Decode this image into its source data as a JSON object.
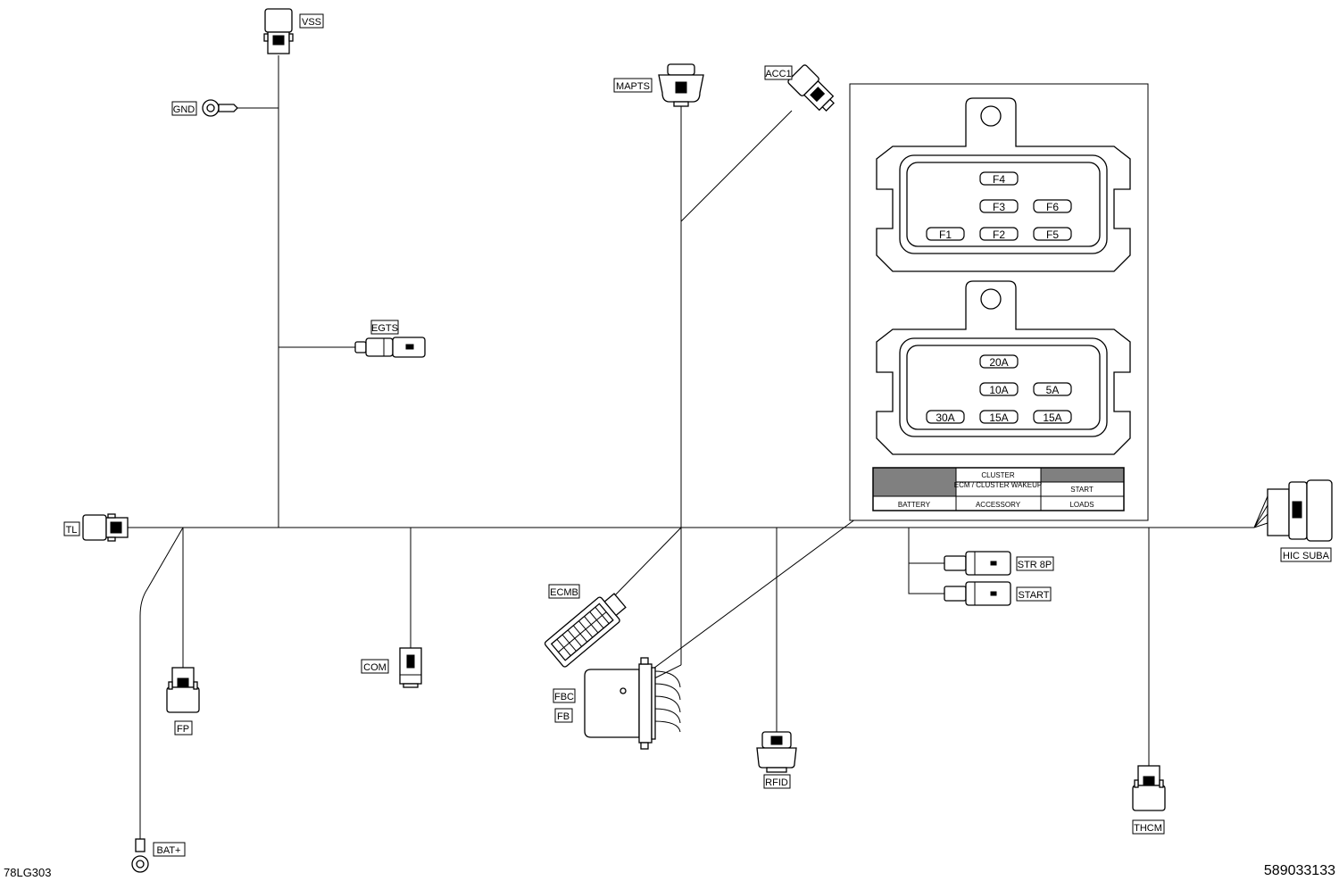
{
  "connectors": {
    "vss": "VSS",
    "gnd": "GND",
    "egts": "EGTS",
    "mapts": "MAPTS",
    "acc1": "ACC1",
    "tl": "TL",
    "fp": "FP",
    "bat": "BAT+",
    "com": "COM",
    "ecmb": "ECMB",
    "fbc": "FBC",
    "fb": "FB",
    "rfid": "RFID",
    "str8p": "STR 8P",
    "start": "START",
    "hic_suba": "HIC SUBA",
    "thcm": "THCM"
  },
  "fuse_box": {
    "fuses": [
      "F1",
      "F2",
      "F3",
      "F4",
      "F5",
      "F6"
    ],
    "ratings": [
      "30A",
      "15A",
      "10A",
      "20A",
      "15A",
      "5A"
    ]
  },
  "fuse_table": {
    "row1": [
      "",
      "CLUSTER",
      ""
    ],
    "row2": [
      "",
      "ECM / CLUSTER WAKEUP",
      "START"
    ],
    "row3": [
      "BATTERY",
      "ACCESSORY",
      "LOADS"
    ]
  },
  "footer": {
    "left_code": "78LG303",
    "right_code": "589033133"
  }
}
